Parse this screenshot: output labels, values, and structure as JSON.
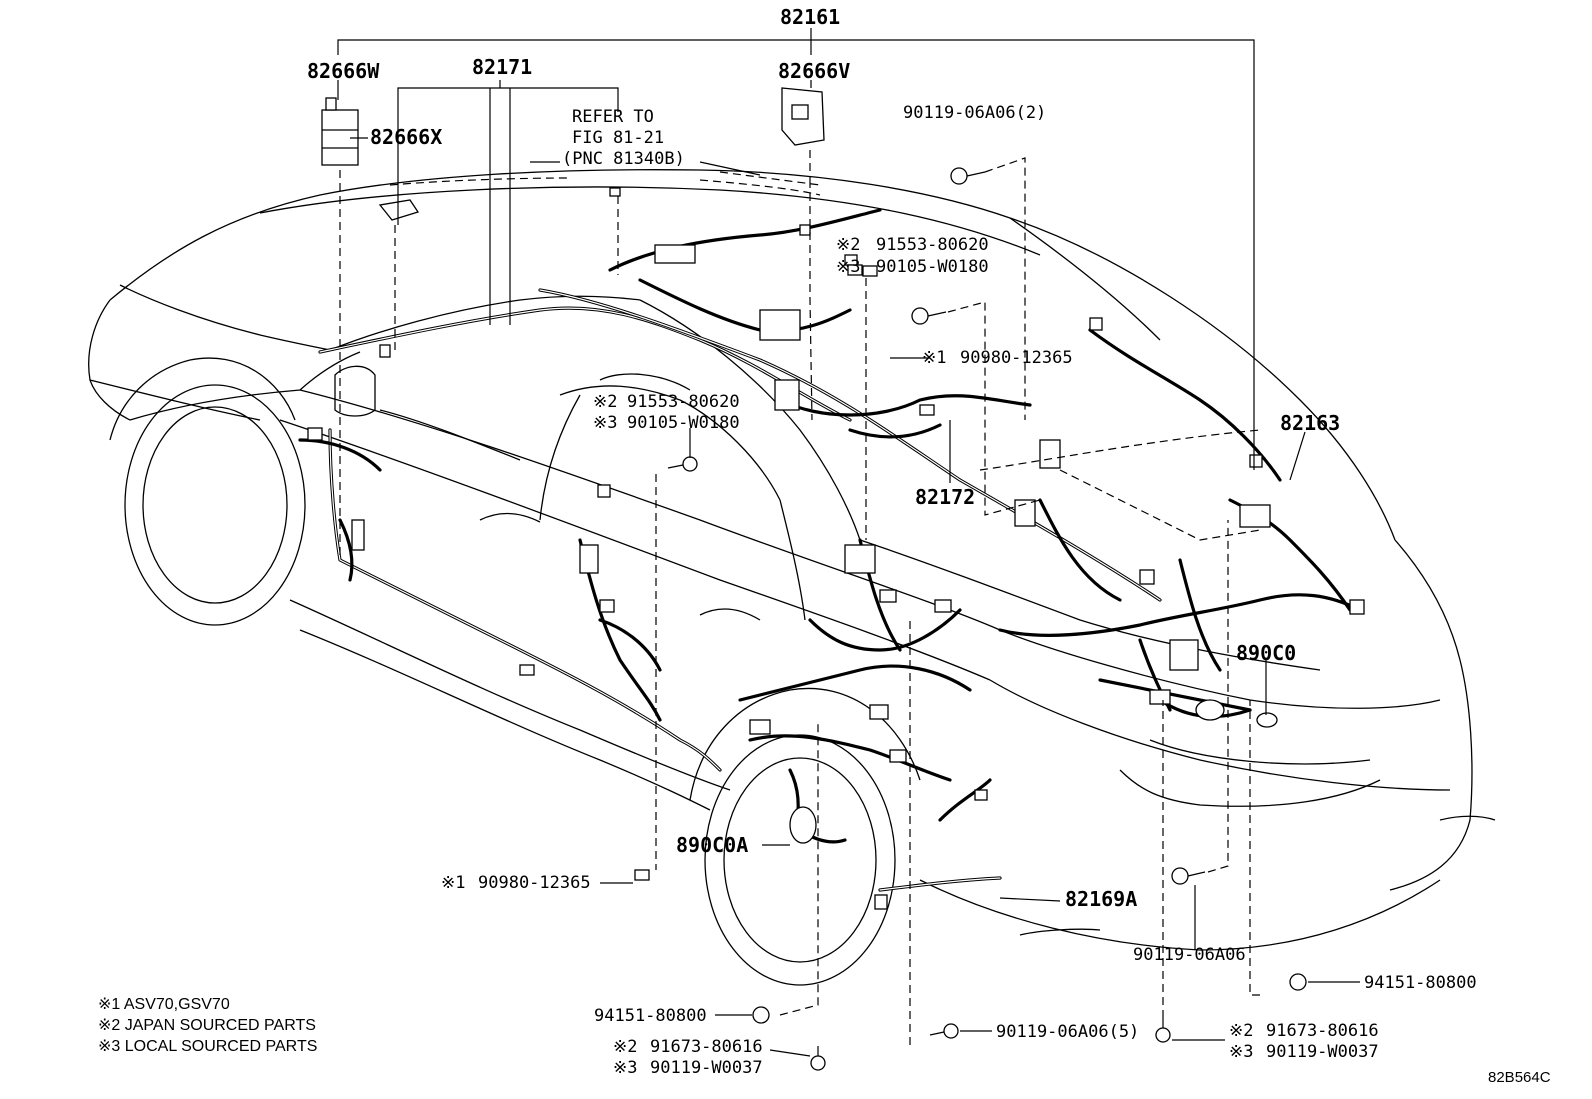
{
  "labels": {
    "p82161": "82161",
    "p82666W": "82666W",
    "p82171": "82171",
    "p82666V": "82666V",
    "p82666X": "82666X",
    "refer1": "REFER TO",
    "refer2": "FIG 81-21",
    "refer3": "(PNC 81340B)",
    "p90119_06A06_2": "90119-06A06(2)",
    "top_mark2": "※2",
    "top_91553": "91553-80620",
    "top_mark3": "※3",
    "top_90105": "90105-W0180",
    "top_mark1": "※1",
    "top_90980": "90980-12365",
    "mid_mark2": "※2",
    "mid_91553": "91553-80620",
    "mid_mark3": "※3",
    "mid_90105": "90105-W0180",
    "p82163": "82163",
    "p82172": "82172",
    "p890C0": "890C0",
    "p890C0A": "890C0A",
    "low_mark1": "※1",
    "low_90980": "90980-12365",
    "p82169A": "82169A",
    "p90119_06A06": "90119-06A06",
    "p94151_right": "94151-80800",
    "p94151_left": "94151-80800",
    "p90119_06A06_5": "90119-06A06(5)",
    "bl_mark2": "※2",
    "bl_91673": "91673-80616",
    "bl_mark3": "※3",
    "bl_90119": "90119-W0037",
    "br_mark2": "※2",
    "br_91673": "91673-80616",
    "br_mark3": "※3",
    "br_90119": "90119-W0037"
  },
  "notes": [
    "※1 ASV70,GSV70",
    "※2 JAPAN SOURCED PARTS",
    "※3 LOCAL SOURCED PARTS"
  ],
  "diagram_code": "82B564C"
}
